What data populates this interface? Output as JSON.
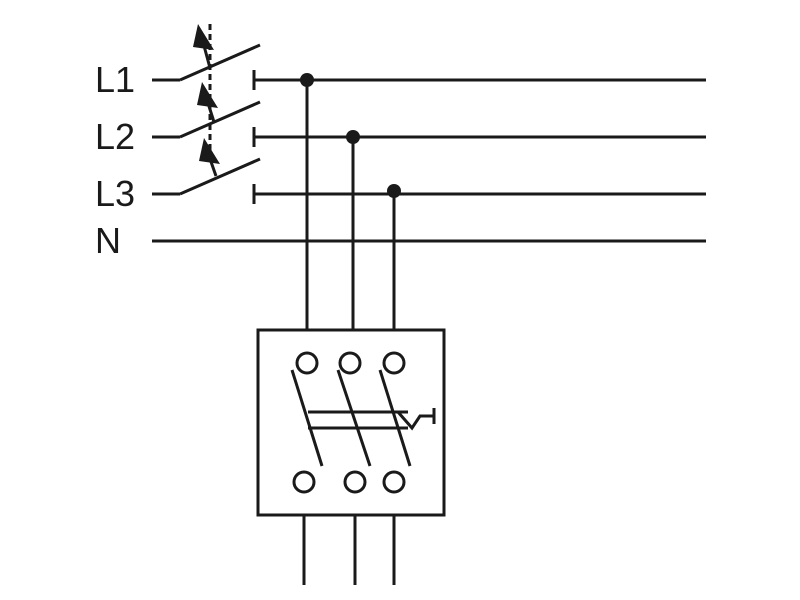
{
  "diagram": {
    "conductors": [
      {
        "id": "L1",
        "label": "L1"
      },
      {
        "id": "L2",
        "label": "L2"
      },
      {
        "id": "L3",
        "label": "L3"
      },
      {
        "id": "N",
        "label": "N"
      }
    ],
    "colors": {
      "line": "#1a1a1a",
      "background": "#ffffff"
    }
  }
}
